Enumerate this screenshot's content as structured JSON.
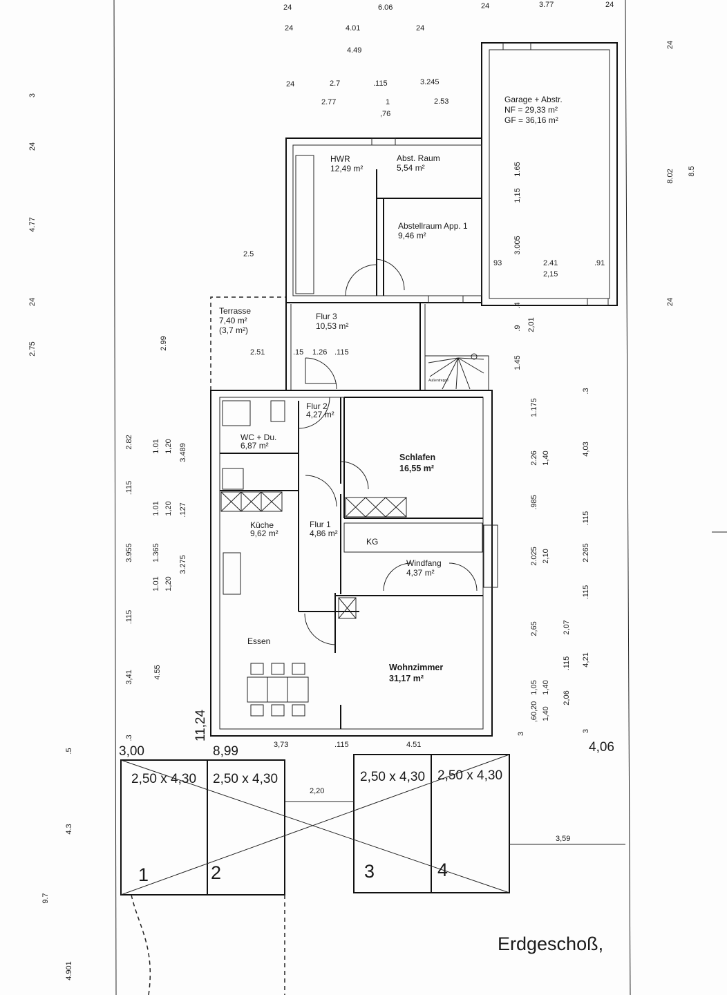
{
  "drawing": {
    "title": "Erdgeschoß,",
    "rooms": [
      {
        "name": "Garage + Abstr.",
        "lines": [
          "Garage + Abstr.",
          "NF = 29,33 m²",
          "GF = 36,16 m²"
        ],
        "bold": false
      },
      {
        "name": "HWR",
        "lines": [
          "HWR",
          "12,49 m²"
        ],
        "bold": false
      },
      {
        "name": "Abst. Raum",
        "lines": [
          "Abst. Raum",
          "5,54 m²"
        ],
        "bold": false
      },
      {
        "name": "Abstellraum App. 1",
        "lines": [
          "Abstellraum App. 1",
          "9,46 m²"
        ],
        "bold": false
      },
      {
        "name": "Terrasse",
        "lines": [
          "Terrasse",
          "7,40 m²",
          "(3,7 m²)"
        ],
        "bold": false
      },
      {
        "name": "Flur 3",
        "lines": [
          "Flur 3",
          "10,53 m²"
        ],
        "bold": false
      },
      {
        "name": "Flur 2",
        "lines": [
          "Flur  2",
          "4,27 m²"
        ],
        "bold": false
      },
      {
        "name": "WC + Du.",
        "lines": [
          "WC + Du.",
          "6,87 m²"
        ],
        "bold": false
      },
      {
        "name": "Schlafen",
        "lines": [
          "Schlafen",
          "16,55 m²"
        ],
        "bold": true
      },
      {
        "name": "Küche",
        "lines": [
          "Küche",
          "9,62 m²"
        ],
        "bold": false
      },
      {
        "name": "Flur 1",
        "lines": [
          "Flur 1",
          "4,86 m²"
        ],
        "bold": false
      },
      {
        "name": "KG",
        "lines": [
          "KG"
        ],
        "bold": false
      },
      {
        "name": "Windfang",
        "lines": [
          "Windfang",
          "4,37 m²"
        ],
        "bold": false
      },
      {
        "name": "Essen",
        "lines": [
          "Essen"
        ],
        "bold": false
      },
      {
        "name": "Wohnzimmer",
        "lines": [
          "Wohnzimmer",
          "31,17 m²"
        ],
        "bold": true
      },
      {
        "name": "Außentreppe",
        "lines": [
          "Außentreppe"
        ],
        "bold": false
      }
    ],
    "parking": [
      {
        "number": "1",
        "size": "2,50 x 4,30"
      },
      {
        "number": "2",
        "size": "2,50 x 4,30"
      },
      {
        "number": "3",
        "size": "2,50 x 4,30"
      },
      {
        "number": "4",
        "size": "2,50 x 4,30"
      }
    ],
    "dimensions": [
      "24",
      "6.06",
      "24",
      "3.77",
      "24",
      "24",
      "4.01",
      "24",
      "4.49",
      "24",
      "2.7",
      ".115",
      "3.245",
      "2.77",
      "1",
      ",76",
      "2.53",
      "2.5",
      "93",
      "2.41",
      ".91",
      "2,15",
      "2.51",
      ".15",
      "1.26",
      ".115",
      "3,73",
      ".115",
      "4.51",
      "3,00",
      "8,99",
      "4,06",
      "2,20",
      "3,59",
      "3",
      "24",
      "4.77",
      "24",
      "2.75",
      "2.99",
      "2.82",
      ".115",
      "3.955",
      ".115",
      "3,41",
      ".3",
      "1.01",
      "1,20",
      "1.01",
      "1,20",
      "1.365",
      "1.01",
      "1,20",
      "4.55",
      "3.489",
      ".127",
      "3.275",
      "11,24",
      ".5",
      "4.3",
      "9.7",
      "4.901",
      "1.65",
      "1,15",
      "3.005",
      "24",
      "8.02",
      "8.5",
      "24",
      ".4",
      ".9",
      "2,01",
      "1.45",
      "1.175",
      "2.26",
      "1,40",
      ".985",
      "2.025",
      "2,10",
      "2,65",
      "1,05",
      "1,40",
      ",60,20",
      "1,40",
      "3",
      ".3",
      "4,03",
      ".115",
      "2.265",
      ".115",
      "2,07",
      ".115",
      "4,21",
      "2,06",
      "3"
    ]
  }
}
